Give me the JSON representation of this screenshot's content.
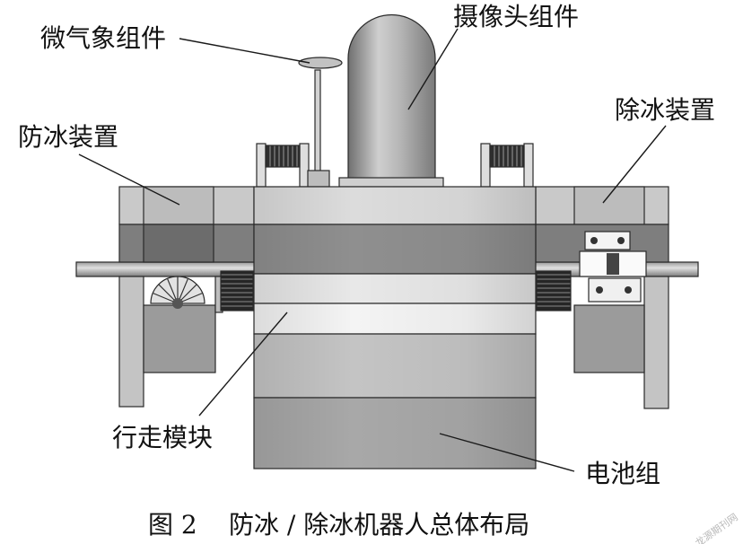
{
  "figure": {
    "labels": {
      "weather": "微气象组件",
      "camera": "摄像头组件",
      "anti_ice": "防冰装置",
      "de_ice": "除冰装置",
      "walking": "行走模块",
      "battery": "电池组"
    },
    "caption": {
      "number": "图 2",
      "text": "防冰 / 除冰机器人总体布局"
    },
    "watermark": "龙源期刊网"
  }
}
